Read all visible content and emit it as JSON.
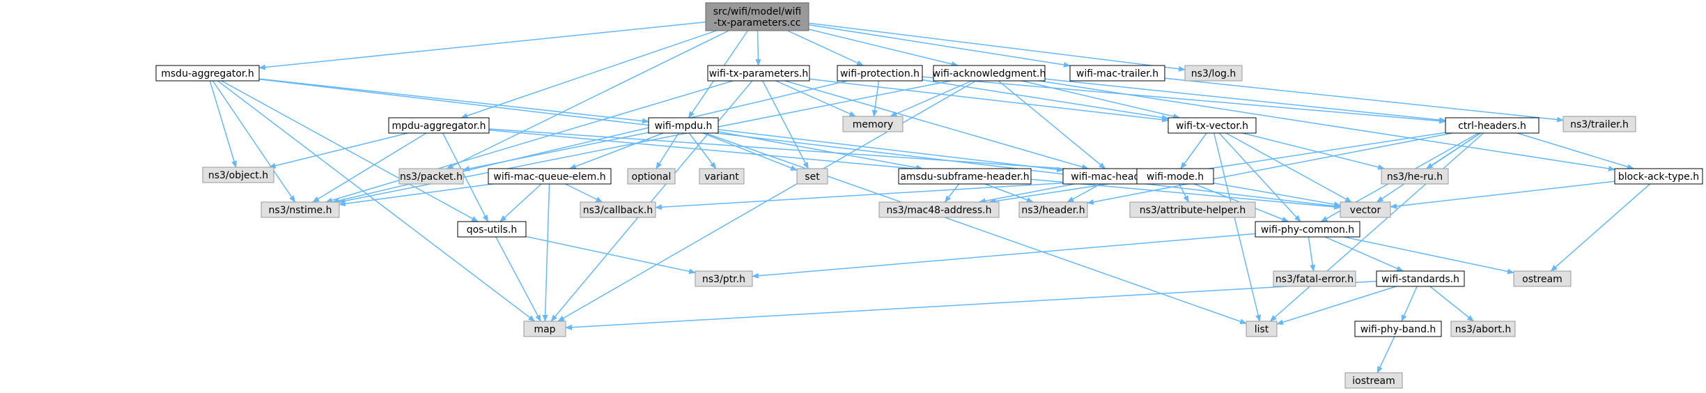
{
  "diagram": {
    "kind": "include-dependency-graph",
    "colors": {
      "edge": "#63b8ff",
      "project_fill": "#ffffff",
      "external_fill": "#e0e0e0",
      "focus_fill": "#999999"
    },
    "nodes": [
      {
        "id": "root",
        "lines": [
          "src/wifi/model/wifi",
          "-tx-parameters.cc"
        ],
        "style": "focus"
      },
      {
        "id": "msdu_agg",
        "lines": [
          "msdu-aggregator.h"
        ],
        "style": "project"
      },
      {
        "id": "wtp_h",
        "lines": [
          "wifi-tx-parameters.h"
        ],
        "style": "project"
      },
      {
        "id": "wprot",
        "lines": [
          "wifi-protection.h"
        ],
        "style": "project"
      },
      {
        "id": "wack",
        "lines": [
          "wifi-acknowledgment.h"
        ],
        "style": "project"
      },
      {
        "id": "wmt",
        "lines": [
          "wifi-mac-trailer.h"
        ],
        "style": "project"
      },
      {
        "id": "log",
        "lines": [
          "ns3/log.h"
        ],
        "style": "external"
      },
      {
        "id": "memory",
        "lines": [
          "memory"
        ],
        "style": "external"
      },
      {
        "id": "trailer",
        "lines": [
          "ns3/trailer.h"
        ],
        "style": "external"
      },
      {
        "id": "mpdu_agg",
        "lines": [
          "mpdu-aggregator.h"
        ],
        "style": "project"
      },
      {
        "id": "wmpdu",
        "lines": [
          "wifi-mpdu.h"
        ],
        "style": "project"
      },
      {
        "id": "wtxv",
        "lines": [
          "wifi-tx-vector.h"
        ],
        "style": "project"
      },
      {
        "id": "ctrl",
        "lines": [
          "ctrl-headers.h"
        ],
        "style": "project"
      },
      {
        "id": "object",
        "lines": [
          "ns3/object.h"
        ],
        "style": "external"
      },
      {
        "id": "packet",
        "lines": [
          "ns3/packet.h"
        ],
        "style": "external"
      },
      {
        "id": "optional",
        "lines": [
          "optional"
        ],
        "style": "external"
      },
      {
        "id": "variant",
        "lines": [
          "variant"
        ],
        "style": "external"
      },
      {
        "id": "set",
        "lines": [
          "set"
        ],
        "style": "external"
      },
      {
        "id": "wmqe",
        "lines": [
          "wifi-mac-queue-elem.h"
        ],
        "style": "project"
      },
      {
        "id": "asf",
        "lines": [
          "amsdu-subframe-header.h"
        ],
        "style": "project"
      },
      {
        "id": "wmh",
        "lines": [
          "wifi-mac-header.h"
        ],
        "style": "project"
      },
      {
        "id": "wmode",
        "lines": [
          "wifi-mode.h"
        ],
        "style": "project"
      },
      {
        "id": "heru",
        "lines": [
          "ns3/he-ru.h"
        ],
        "style": "external"
      },
      {
        "id": "bat",
        "lines": [
          "block-ack-type.h"
        ],
        "style": "project"
      },
      {
        "id": "nstime",
        "lines": [
          "ns3/nstime.h"
        ],
        "style": "external"
      },
      {
        "id": "qos",
        "lines": [
          "qos-utils.h"
        ],
        "style": "project"
      },
      {
        "id": "callback",
        "lines": [
          "ns3/callback.h"
        ],
        "style": "external"
      },
      {
        "id": "mac48",
        "lines": [
          "ns3/mac48-address.h"
        ],
        "style": "external"
      },
      {
        "id": "header",
        "lines": [
          "ns3/header.h"
        ],
        "style": "external"
      },
      {
        "id": "attr",
        "lines": [
          "ns3/attribute-helper.h"
        ],
        "style": "external"
      },
      {
        "id": "vector",
        "lines": [
          "vector"
        ],
        "style": "external"
      },
      {
        "id": "wpc",
        "lines": [
          "wifi-phy-common.h"
        ],
        "style": "project"
      },
      {
        "id": "ptr",
        "lines": [
          "ns3/ptr.h"
        ],
        "style": "external"
      },
      {
        "id": "fatal",
        "lines": [
          "ns3/fatal-error.h"
        ],
        "style": "external"
      },
      {
        "id": "wstd",
        "lines": [
          "wifi-standards.h"
        ],
        "style": "project"
      },
      {
        "id": "ostream",
        "lines": [
          "ostream"
        ],
        "style": "external"
      },
      {
        "id": "map",
        "lines": [
          "map"
        ],
        "style": "external"
      },
      {
        "id": "list",
        "lines": [
          "list"
        ],
        "style": "external"
      },
      {
        "id": "wpb",
        "lines": [
          "wifi-phy-band.h"
        ],
        "style": "project"
      },
      {
        "id": "abort",
        "lines": [
          "ns3/abort.h"
        ],
        "style": "external"
      },
      {
        "id": "iostream",
        "lines": [
          "iostream"
        ],
        "style": "external"
      }
    ],
    "edges": [
      [
        "root",
        "msdu_agg"
      ],
      [
        "root",
        "wtp_h"
      ],
      [
        "root",
        "wprot"
      ],
      [
        "root",
        "wack"
      ],
      [
        "root",
        "wmt"
      ],
      [
        "root",
        "log"
      ],
      [
        "root",
        "mpdu_agg"
      ],
      [
        "root",
        "wmpdu"
      ],
      [
        "root",
        "packet"
      ],
      [
        "msdu_agg",
        "object"
      ],
      [
        "msdu_agg",
        "nstime"
      ],
      [
        "msdu_agg",
        "qos"
      ],
      [
        "msdu_agg",
        "map"
      ],
      [
        "msdu_agg",
        "wmpdu"
      ],
      [
        "msdu_agg",
        "vector"
      ],
      [
        "wtp_h",
        "memory"
      ],
      [
        "wtp_h",
        "set"
      ],
      [
        "wtp_h",
        "wtxv"
      ],
      [
        "wtp_h",
        "nstime"
      ],
      [
        "wtp_h",
        "map"
      ],
      [
        "wtp_h",
        "wmh"
      ],
      [
        "wprot",
        "memory"
      ],
      [
        "wprot",
        "wtxv"
      ],
      [
        "wprot",
        "ctrl"
      ],
      [
        "wprot",
        "nstime"
      ],
      [
        "wack",
        "memory"
      ],
      [
        "wack",
        "wtxv"
      ],
      [
        "wack",
        "ctrl"
      ],
      [
        "wack",
        "wmh"
      ],
      [
        "wack",
        "map"
      ],
      [
        "wack",
        "nstime"
      ],
      [
        "wack",
        "bat"
      ],
      [
        "wmt",
        "trailer"
      ],
      [
        "mpdu_agg",
        "object"
      ],
      [
        "mpdu_agg",
        "nstime"
      ],
      [
        "mpdu_agg",
        "qos"
      ],
      [
        "mpdu_agg",
        "wmode"
      ],
      [
        "mpdu_agg",
        "vector"
      ],
      [
        "wmpdu",
        "packet"
      ],
      [
        "wmpdu",
        "optional"
      ],
      [
        "wmpdu",
        "variant"
      ],
      [
        "wmpdu",
        "set"
      ],
      [
        "wmpdu",
        "wmqe"
      ],
      [
        "wmpdu",
        "asf"
      ],
      [
        "wmpdu",
        "wmh"
      ],
      [
        "wmpdu",
        "list"
      ],
      [
        "wtxv",
        "heru"
      ],
      [
        "wtxv",
        "wmode"
      ],
      [
        "wtxv",
        "wpc"
      ],
      [
        "wtxv",
        "vector"
      ],
      [
        "wtxv",
        "list"
      ],
      [
        "ctrl",
        "heru"
      ],
      [
        "ctrl",
        "bat"
      ],
      [
        "ctrl",
        "mac48"
      ],
      [
        "ctrl",
        "header"
      ],
      [
        "ctrl",
        "wpc"
      ],
      [
        "ctrl",
        "vector"
      ],
      [
        "ctrl",
        "list"
      ],
      [
        "wmqe",
        "nstime"
      ],
      [
        "wmqe",
        "qos"
      ],
      [
        "wmqe",
        "callback"
      ],
      [
        "wmqe",
        "map"
      ],
      [
        "asf",
        "mac48"
      ],
      [
        "asf",
        "header"
      ],
      [
        "wmh",
        "mac48"
      ],
      [
        "wmh",
        "header"
      ],
      [
        "wmode",
        "callback"
      ],
      [
        "wmode",
        "attr"
      ],
      [
        "wmode",
        "vector"
      ],
      [
        "wmode",
        "wpc"
      ],
      [
        "bat",
        "vector"
      ],
      [
        "bat",
        "ostream"
      ],
      [
        "qos",
        "ptr"
      ],
      [
        "qos",
        "map"
      ],
      [
        "wpc",
        "ptr"
      ],
      [
        "wpc",
        "fatal"
      ],
      [
        "wpc",
        "wstd"
      ],
      [
        "wpc",
        "ostream"
      ],
      [
        "wstd",
        "map"
      ],
      [
        "wstd",
        "list"
      ],
      [
        "wstd",
        "wpb"
      ],
      [
        "wstd",
        "abort"
      ],
      [
        "wpb",
        "iostream"
      ]
    ]
  }
}
